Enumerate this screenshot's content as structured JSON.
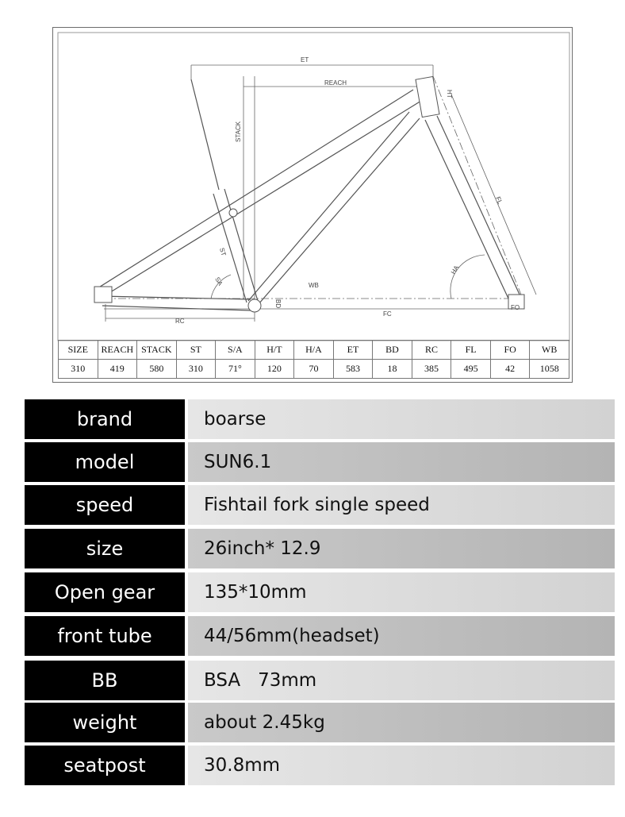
{
  "diagram": {
    "labels": {
      "et": "ET",
      "reach": "REACH",
      "ht": "HT",
      "stack": "STACK",
      "fl": "FL",
      "st": "ST",
      "sa": "SA",
      "ha": "HA",
      "wb": "WB",
      "bd": "BD",
      "fc": "FC",
      "rc": "RC",
      "fo": "FO"
    }
  },
  "geometry_table": {
    "headers": [
      "SIZE",
      "REACH",
      "STACK",
      "ST",
      "S/A",
      "H/T",
      "H/A",
      "ET",
      "BD",
      "RC",
      "FL",
      "FO",
      "WB"
    ],
    "values": [
      "310",
      "419",
      "580",
      "310",
      "71°",
      "120",
      "70",
      "583",
      "18",
      "385",
      "495",
      "42",
      "1058"
    ]
  },
  "specs": [
    {
      "key": "brand",
      "value": "boarse"
    },
    {
      "key": "model",
      "value": "SUN6.1"
    },
    {
      "key": "speed",
      "value": "Fishtail fork single speed"
    },
    {
      "key": "size",
      "value": "26inch* 12.9"
    },
    {
      "key": "Open gear",
      "value": "135*10mm"
    },
    {
      "key": "front tube",
      "value": "44/56mm(headset)"
    },
    {
      "key": "BB",
      "value": "BSA   73mm"
    },
    {
      "key": "weight",
      "value": "about 2.45kg"
    },
    {
      "key": "seatpost",
      "value": "30.8mm"
    }
  ]
}
